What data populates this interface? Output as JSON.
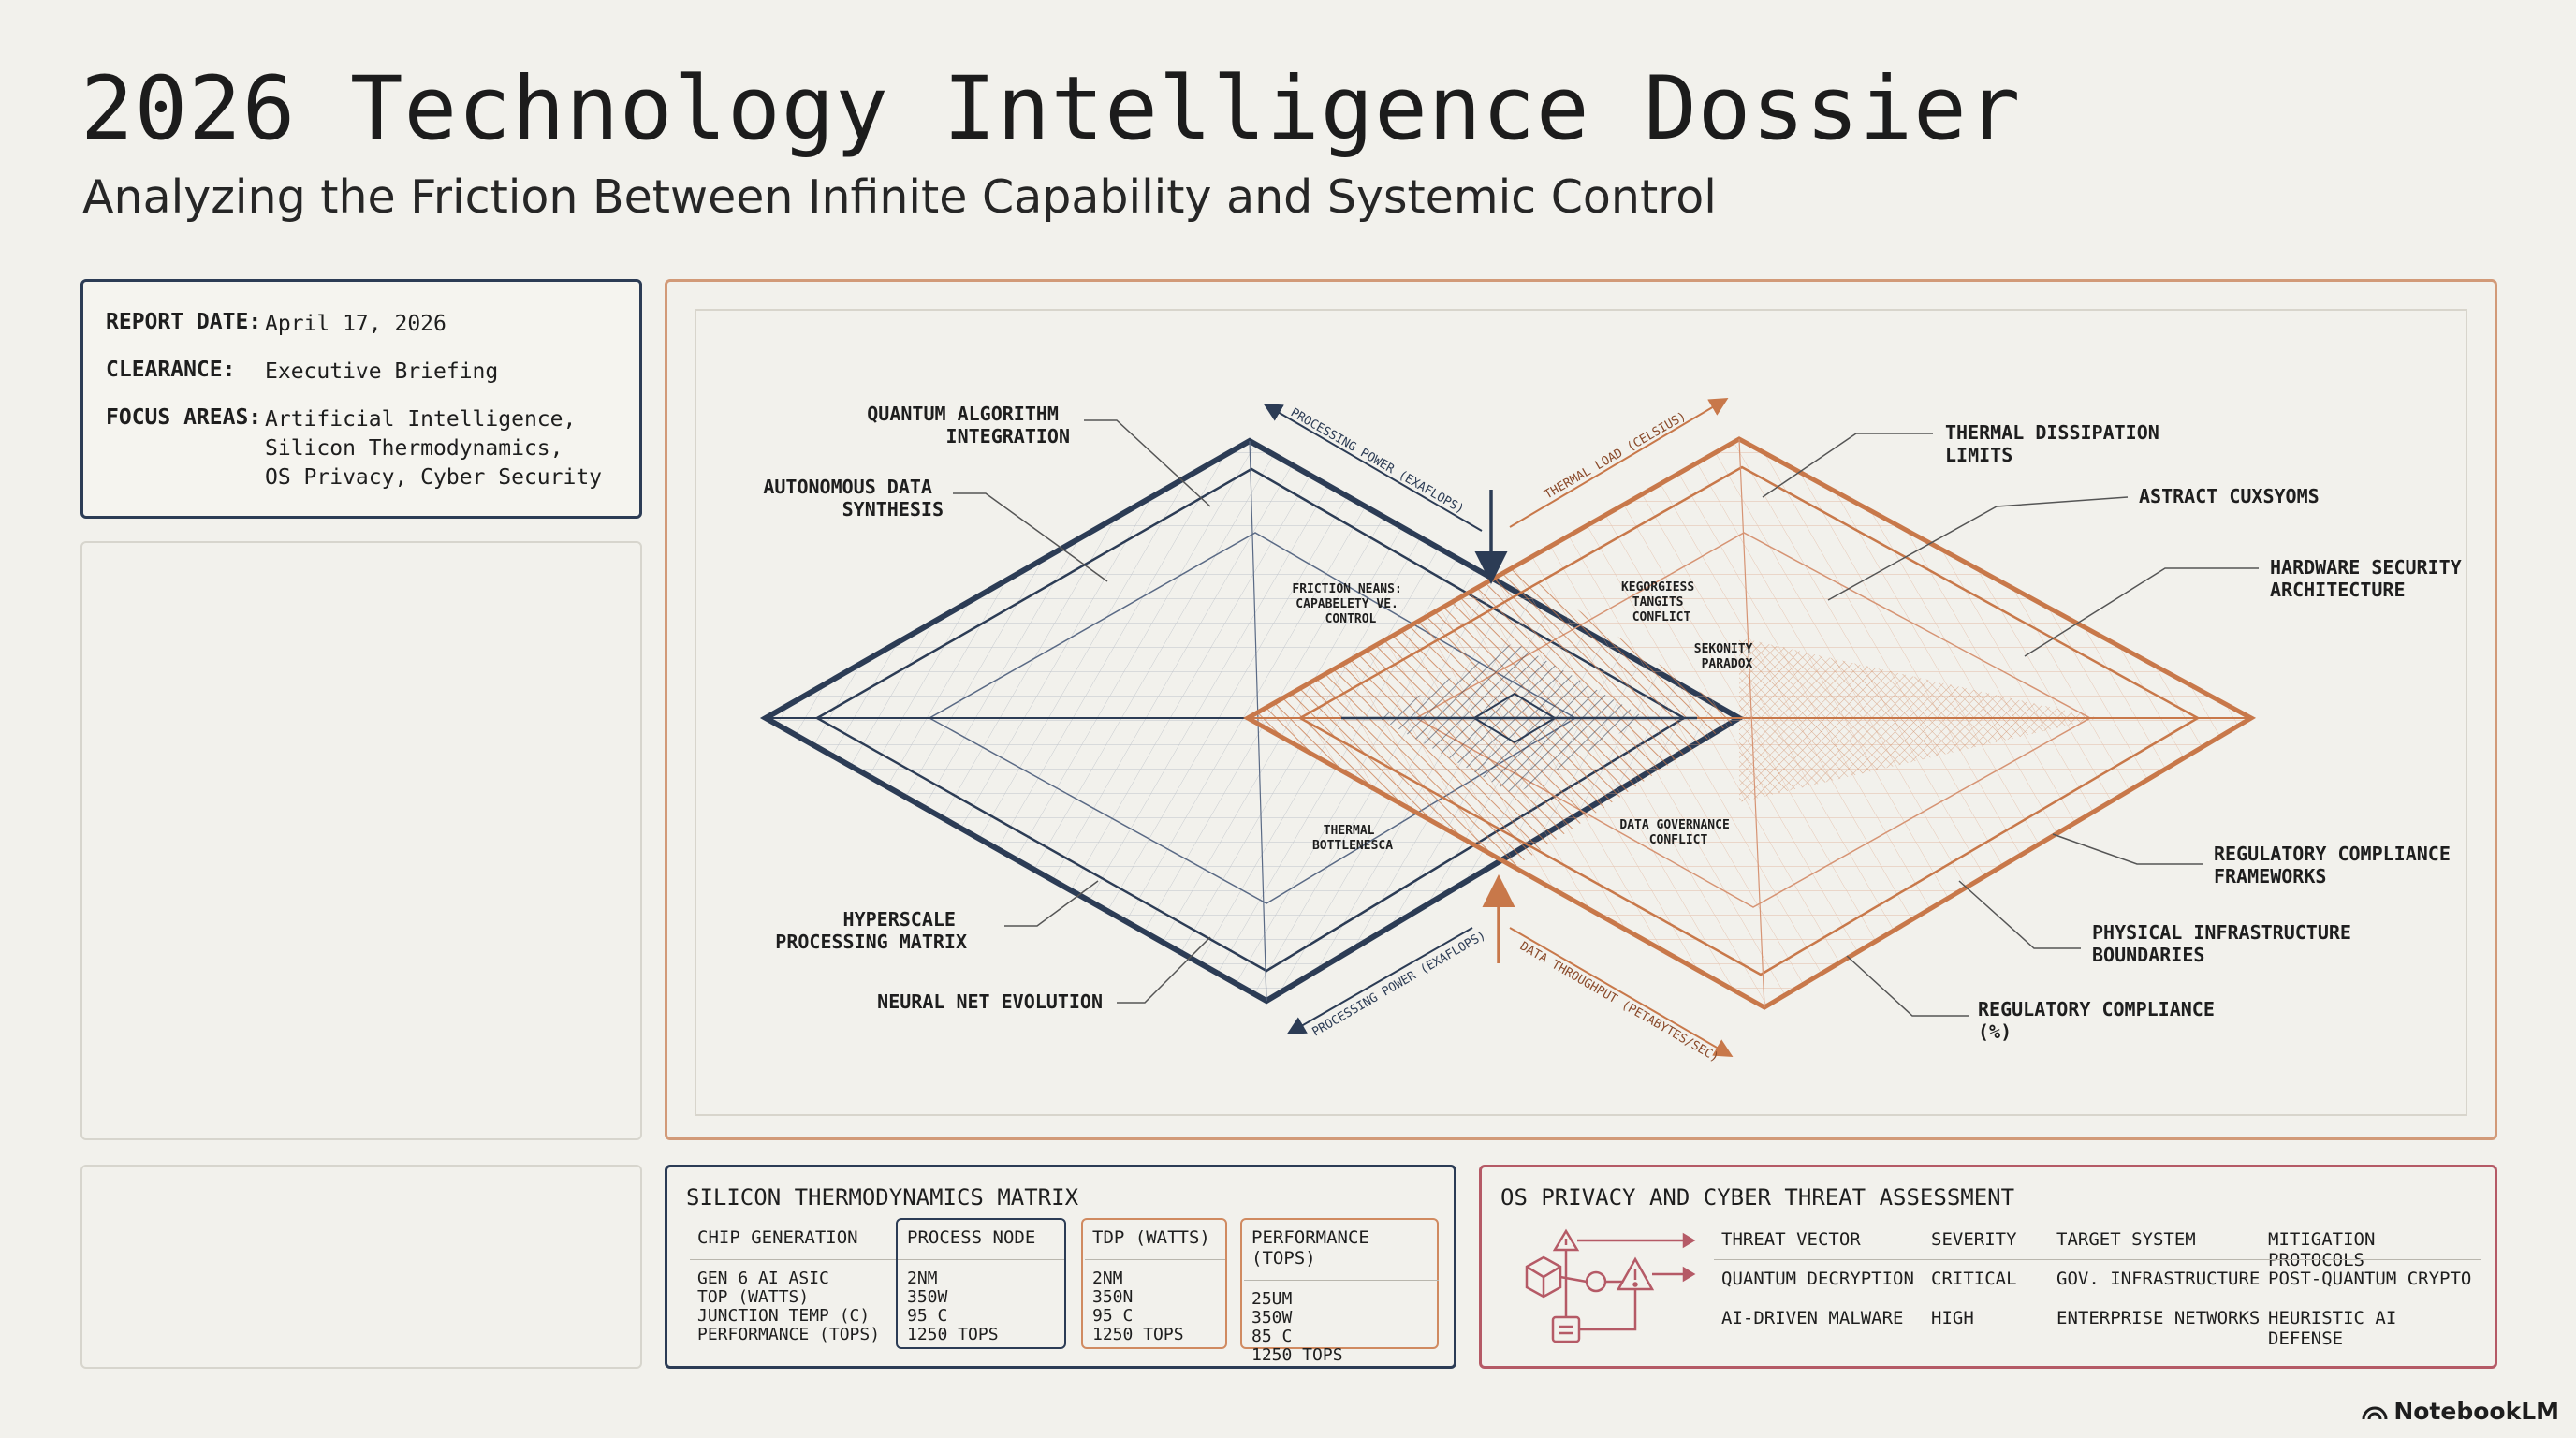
{
  "header": {
    "title": "2026 Technology Intelligence Dossier",
    "subtitle": "Analyzing the Friction Between Infinite Capability and Systemic Control"
  },
  "info": {
    "report_date_label": "REPORT DATE:",
    "report_date": "April 17, 2026",
    "clearance_label": "CLEARANCE:",
    "clearance": "Executive Briefing",
    "focus_label": "FOCUS AREAS:",
    "focus_areas": [
      "Artificial Intelligence,",
      "Silicon Thermodynamics,",
      "OS Privacy, Cyber Security"
    ]
  },
  "diagram": {
    "left_labels": [
      [
        "QUANTUM ALGORITHM",
        "INTEGRATION"
      ],
      [
        "AUTONOMOUS DATA",
        "SYNTHESIS"
      ],
      [
        "HYPERSCALE",
        "PROCESSING MATRIX"
      ],
      [
        "NEURAL NET EVOLUTION"
      ]
    ],
    "right_labels": [
      [
        "THERMAL DISSIPATION",
        "LIMITS"
      ],
      [
        "ASTRACT CUXSYOMS"
      ],
      [
        "HARDWARE SECURITY",
        "ARCHITECTURE"
      ],
      [
        "REGULATORY COMPLIANCE",
        "FRAMEWORKS"
      ],
      [
        "PHYSICAL INFRASTRUCTURE",
        "BOUNDARIES"
      ],
      [
        "REGULATORY COMPLIANCE",
        "(%)"
      ]
    ],
    "center_labels": [
      [
        "FRICTION NEANS:",
        "CAPABELETY VE.",
        "CONTROL"
      ],
      [
        "KEGORGIESS",
        "TANGITS",
        "CONFLICT"
      ],
      [
        "SEKONITY",
        "PARADOX"
      ],
      [
        "THERMAL",
        "BOTTLENESCA"
      ],
      [
        "DATA GOVERNANCE",
        "CONFLICT"
      ]
    ],
    "axis_labels": {
      "top_left": "PROCESSING POWER (EXAFLOPS)",
      "top_right": "THERMAL LOAD (CELSIUS)",
      "bottom_left": "PROCESSING POWER (EXAFLOPS)",
      "bottom_right": "DATA THROUGHPUT (PETABYTES/SEC)"
    },
    "colors": {
      "navy": "#2c3c55",
      "copper": "#c8784a"
    }
  },
  "thermo": {
    "title": "SILICON THERMODYNAMICS MATRIX",
    "columns": [
      {
        "header": "CHIP GENERATION",
        "cells": [
          "GEN 6 AI ASIC",
          "TOP (WATTS)",
          "JUNCTION TEMP (C)",
          "PERFORMANCE (TOPS)"
        ]
      },
      {
        "header": "PROCESS NODE",
        "cells": [
          "2NM",
          "350W",
          "95 C",
          "1250 TOPS"
        ]
      },
      {
        "header": "TDP (WATTS)",
        "cells": [
          "2NM",
          "350N",
          "95 C",
          "1250 TOPS"
        ]
      },
      {
        "header": "PERFORMANCE (TOPS)",
        "cells": [
          "25UM",
          "350W",
          "85 C",
          "1250 TOPS"
        ]
      }
    ]
  },
  "threat": {
    "title": "OS PRIVACY AND CYBER THREAT ASSESSMENT",
    "headers": [
      "THREAT VECTOR",
      "SEVERITY",
      "TARGET SYSTEM",
      "MITIGATION PROTOCOLS"
    ],
    "rows": [
      [
        "QUANTUM DECRYPTION",
        "CRITICAL",
        "GOV. INFRASTRUCTURE",
        "POST-QUANTUM CRYPTO"
      ],
      [
        "AI-DRIVEN MALWARE",
        "HIGH",
        "ENTERPRISE NETWORKS",
        "HEURISTIC AI DEFENSE"
      ]
    ]
  },
  "brand": {
    "name": "NotebookLM"
  }
}
